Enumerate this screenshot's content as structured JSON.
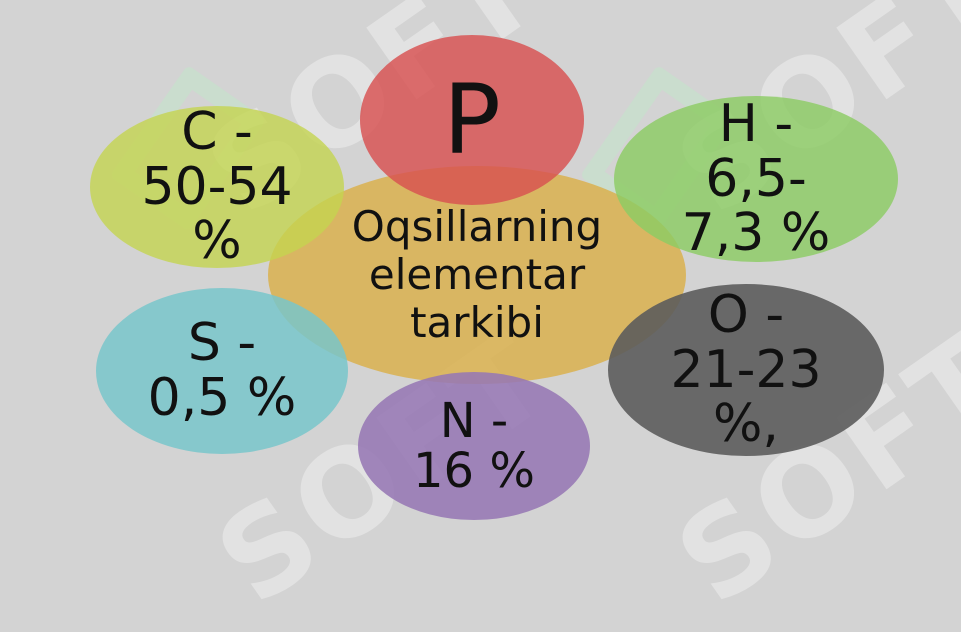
{
  "watermark": {
    "text": "SOFT"
  },
  "center": {
    "lines": [
      "Oqsillarning",
      "elementar",
      "tarkibi"
    ]
  },
  "elements": {
    "p": {
      "lines": [
        "P"
      ]
    },
    "c": {
      "lines": [
        "C -",
        "50-54",
        "%"
      ]
    },
    "h": {
      "lines": [
        "H -",
        "6,5-",
        "7,3 %"
      ]
    },
    "s": {
      "lines": [
        "S -",
        "0,5 %"
      ]
    },
    "o": {
      "lines": [
        "O -",
        "21-23",
        "%,"
      ]
    },
    "n": {
      "lines": [
        "N -",
        "16 %"
      ]
    }
  },
  "colors": {
    "background": "#d3d3d3",
    "center": "#dab252",
    "p": "#d85050",
    "c": "#c4d450",
    "h": "#8ccc64",
    "s": "#78c6ca",
    "o": "#5c5c5c",
    "n": "#9678b4"
  }
}
